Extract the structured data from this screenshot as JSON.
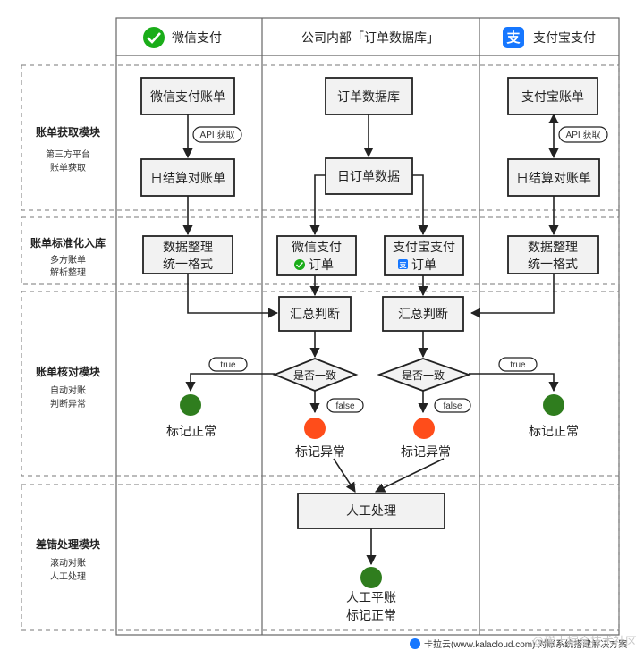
{
  "lanes": {
    "wechat": "微信支付",
    "internal": "公司内部「订单数据库」",
    "alipay": "支付宝支付"
  },
  "modules": [
    {
      "title": "账单获取模块",
      "sub": [
        "第三方平台",
        "账单获取"
      ]
    },
    {
      "title": "账单标准化入库",
      "sub": [
        "多方账单",
        "解析整理"
      ]
    },
    {
      "title": "账单核对模块",
      "sub": [
        "自动对账",
        "判断异常"
      ]
    },
    {
      "title": "差错处理模块",
      "sub": [
        "滚动对账",
        "人工处理"
      ]
    }
  ],
  "nodes": {
    "wx_bill": "微信支付账单",
    "wx_api": "API 获取",
    "wx_daily": "日结算对账单",
    "wx_norm": [
      "数据整理",
      "统一格式"
    ],
    "order_db": "订单数据库",
    "daily_order": "日订单数据",
    "wx_order": [
      "微信支付",
      "订单"
    ],
    "ali_order": [
      "支付宝支付",
      "订单"
    ],
    "sum_left": "汇总判断",
    "sum_right": "汇总判断",
    "same_left": "是否一致",
    "same_right": "是否一致",
    "true_label": "true",
    "false_label": "false",
    "mark_normal": "标记正常",
    "mark_abnormal": "标记异常",
    "manual": "人工处理",
    "final": [
      "人工平账",
      "标记正常"
    ],
    "ali_bill": "支付宝账单",
    "ali_api": "API 获取",
    "ali_daily": "日结算对账单",
    "ali_norm": [
      "数据整理",
      "统一格式"
    ]
  },
  "footer": {
    "credit": "卡拉云(www.kalacloud.com) 对账系统搭建解决方案",
    "watermark": "@稀土掘金技术社区"
  },
  "colors": {
    "wechat_green": "#1aad19",
    "alipay_blue": "#1677ff",
    "normal_green": "#2f7d1e",
    "abnormal_orange": "#ff4d1a",
    "box_fill": "#f2f2f2"
  }
}
